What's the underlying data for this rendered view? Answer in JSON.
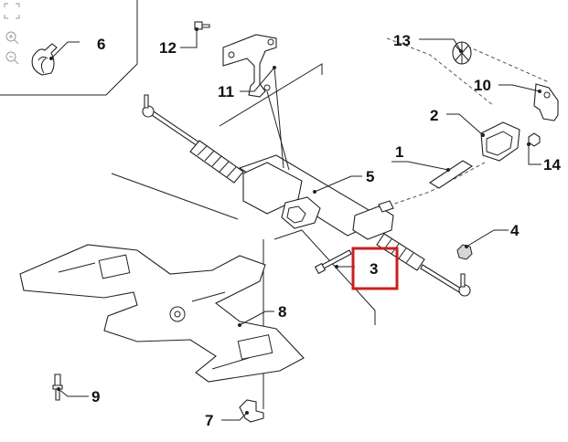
{
  "toolbar": {
    "fit_icon": "fit-to-page-icon",
    "zoom_in_icon": "zoom-in-icon",
    "zoom_out_icon": "zoom-out-icon"
  },
  "callouts": {
    "p1": "1",
    "p2": "2",
    "p3": "3",
    "p4": "4",
    "p5": "5",
    "p6": "6",
    "p7": "7",
    "p8": "8",
    "p9": "9",
    "p10": "10",
    "p11": "11",
    "p12": "12",
    "p13": "13",
    "p14": "14"
  },
  "highlight": {
    "target": "3",
    "color": "#cc1f1f"
  }
}
